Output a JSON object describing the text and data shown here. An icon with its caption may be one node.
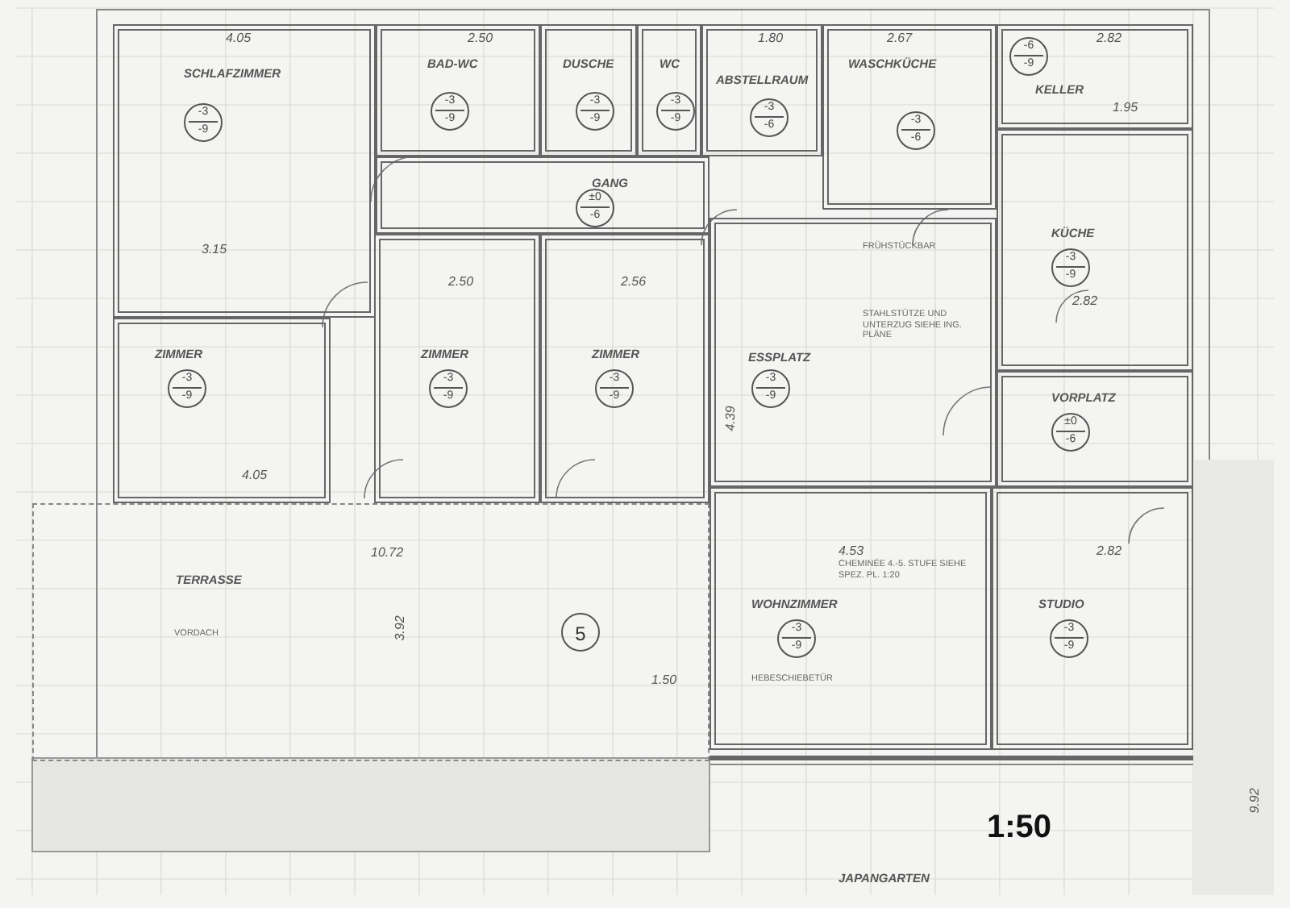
{
  "diagram": {
    "nodes": [
      {
        "text": [
          "SCHLAFZIMMER",
          "-3",
          "-9"
        ]
      },
      {
        "text": [
          "BAD-WC",
          "-3",
          "-9"
        ]
      },
      {
        "text": [
          "DUSCHE",
          "-3",
          "-9"
        ]
      },
      {
        "text": [
          "WC",
          "-3",
          "-9"
        ]
      },
      {
        "text": [
          "ABSTELLRAUM",
          "-3",
          "-6"
        ]
      },
      {
        "text": [
          "WASCHKÜCHE",
          "-3",
          "-6"
        ]
      },
      {
        "text": [
          "KELLER",
          "-6",
          "-9"
        ]
      },
      {
        "text": [
          "GANG",
          "±0",
          "-6"
        ]
      },
      {
        "text": [
          "KÜCHE",
          "-3",
          "-9"
        ]
      },
      {
        "text": [
          "ZIMMER",
          "-3",
          "-9"
        ]
      },
      {
        "text": [
          "ZIMMER",
          "-3",
          "-9"
        ]
      },
      {
        "text": [
          "ZIMMER",
          "-3",
          "-9"
        ]
      },
      {
        "text": [
          "ESSPLATZ",
          "-3",
          "-9"
        ]
      },
      {
        "text": [
          "VORPLATZ",
          "±0",
          "-6"
        ]
      },
      {
        "text": [
          "WOHNZIMMER",
          "-3",
          "-9"
        ]
      },
      {
        "text": [
          "STUDIO",
          "-3",
          "-9"
        ]
      },
      {
        "text": [
          "TERRASSE"
        ]
      }
    ],
    "edges": [],
    "labels": [
      "4.05",
      "2.50",
      "1.80",
      "2.67",
      "2.82",
      "1.95",
      "3.15",
      "2.50",
      "2.56",
      "2.82",
      "FRÜHSTÜCKBAR",
      "STAHLSTÜTZE UND UNTERZUG SIEHE ING. PLÄNE",
      "4.05",
      "4.39",
      "10.72",
      "4.53",
      "2.82",
      "CHEMINÉE 4.-5. STUFE SIEHE SPEZ. PL. 1:20",
      "VORDACH",
      "5",
      "3.92",
      "HEBESCHIEBETÜR",
      "1.50",
      "9.92",
      "1:50",
      "JAPANGARTEN"
    ]
  }
}
